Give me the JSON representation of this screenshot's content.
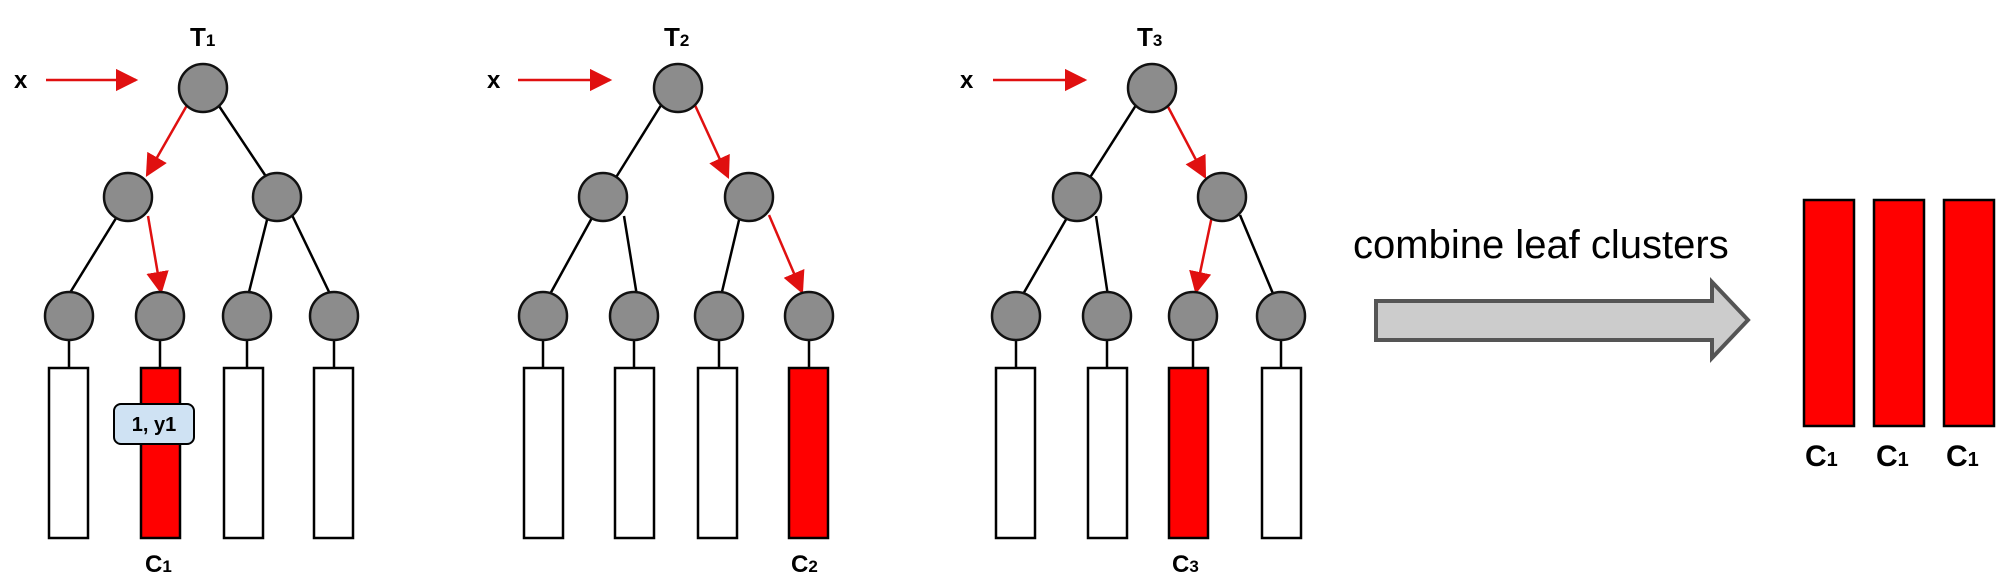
{
  "trees": [
    {
      "title_main": "T",
      "title_sub": "1",
      "input_label": "x",
      "path": [
        "root",
        "left",
        "leaf-2"
      ],
      "leaf_label_main": "C",
      "leaf_label_sub": "1",
      "badge": "1, y1"
    },
    {
      "title_main": "T",
      "title_sub": "2",
      "input_label": "x",
      "path": [
        "root",
        "right",
        "leaf-4"
      ],
      "leaf_label_main": "C",
      "leaf_label_sub": "2",
      "badge": ""
    },
    {
      "title_main": "T",
      "title_sub": "3",
      "input_label": "x",
      "path": [
        "root",
        "right",
        "leaf-3"
      ],
      "leaf_label_main": "C",
      "leaf_label_sub": "3",
      "badge": ""
    }
  ],
  "combine": {
    "caption": "combine leaf clusters"
  },
  "result": {
    "labels": [
      {
        "main": "C",
        "sub": "1"
      },
      {
        "main": "C",
        "sub": "1"
      },
      {
        "main": "C",
        "sub": "1"
      }
    ]
  },
  "colors": {
    "path": "#e01010",
    "node": "#8c8c8c",
    "active_leaf": "#ff0000",
    "badge": "#cfe2f3",
    "arrow": "#cccccc"
  }
}
